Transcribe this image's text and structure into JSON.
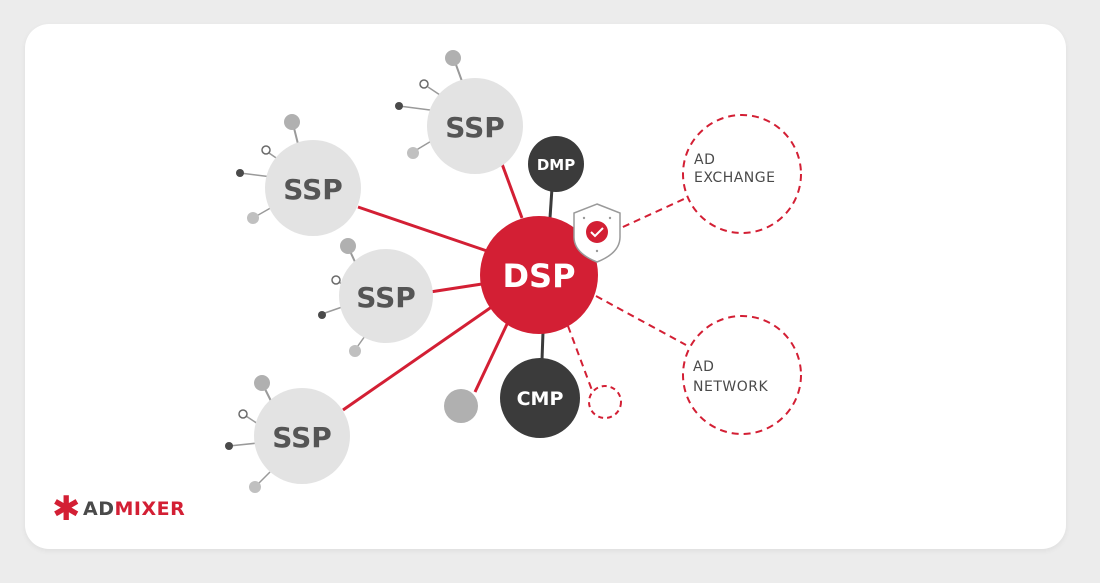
{
  "nodes": {
    "ssp_label": "SSP",
    "dsp_label": "DSP",
    "dmp_label": "DMP",
    "cmp_label": "CMP"
  },
  "ad_exchange": {
    "line1": "AD",
    "line2": "EXCHANGE"
  },
  "ad_network": {
    "line1": "AD",
    "line2": "NETWORK"
  },
  "logo": {
    "ad": "AD",
    "mixer": "MIXER"
  },
  "colors": {
    "accent": "#d31f34",
    "ssp_fill": "#e3e3e3",
    "ssp_text": "#555555",
    "dark_node": "#3b3b3b",
    "satellite": "#b0b0b0",
    "dark_dot": "#4a4a4a"
  },
  "icons": {
    "shield": "shield-check-icon",
    "logo_mark": "asterisk-icon"
  }
}
